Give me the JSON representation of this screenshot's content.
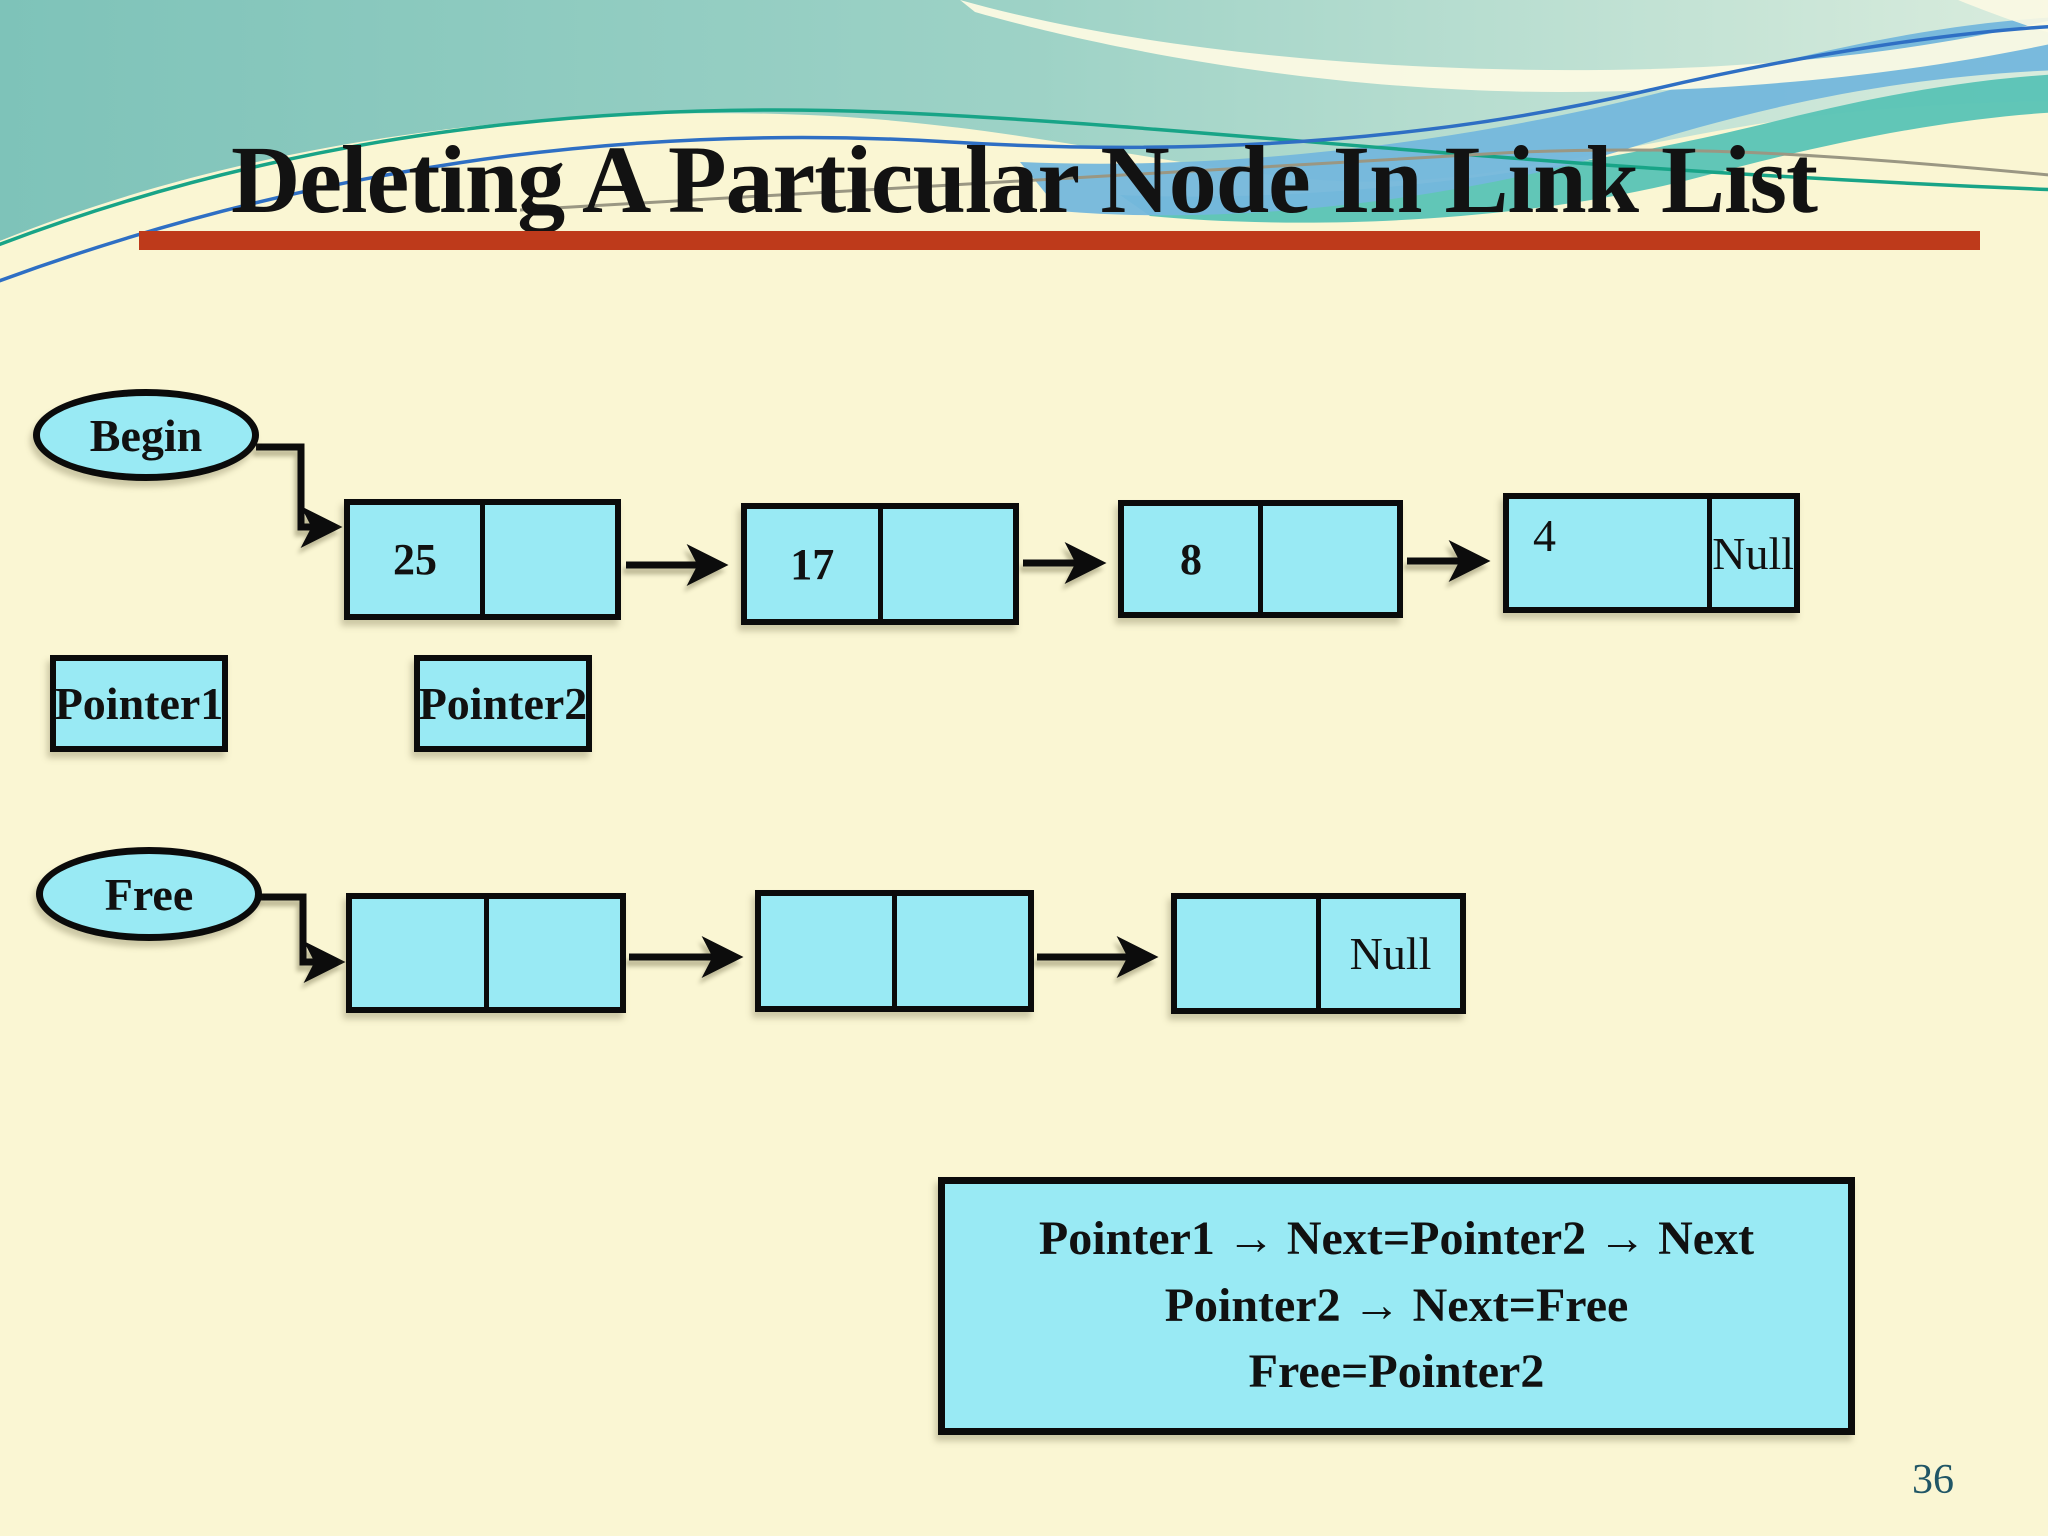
{
  "slide": {
    "title": "Deleting A Particular Node In Link List",
    "page_number": "36"
  },
  "colors": {
    "background": "#FAF6D3",
    "node_fill": "#99EAF4",
    "outline": "#0B0B0B",
    "title_underline": "#BE3A1B",
    "page_number": "#205666",
    "banner_teal_left": "#7EC3B9",
    "banner_mint_right": "#D9ECDD",
    "wave_blue": "#74B7DC",
    "wave_teal": "#59C3B5",
    "accent_line_green": "#18A487",
    "accent_line_blue": "#2E6FC4",
    "accent_line_gray": "#9A9783"
  },
  "begin_list": {
    "label": "Begin",
    "nodes": [
      {
        "value": "25",
        "next": ""
      },
      {
        "value": "17",
        "next": ""
      },
      {
        "value": "8",
        "next": ""
      },
      {
        "value": "4",
        "next": "Null"
      }
    ]
  },
  "pointers": [
    {
      "label": "Pointer1"
    },
    {
      "label": "Pointer2"
    }
  ],
  "free_list": {
    "label": "Free",
    "nodes": [
      {
        "value": "",
        "next": ""
      },
      {
        "value": "",
        "next": ""
      },
      {
        "value": "",
        "next": "Null"
      }
    ]
  },
  "equations": {
    "lines": [
      "Pointer1 → Next=Pointer2 → Next",
      "Pointer2 → Next=Free",
      "Free=Pointer2"
    ]
  }
}
